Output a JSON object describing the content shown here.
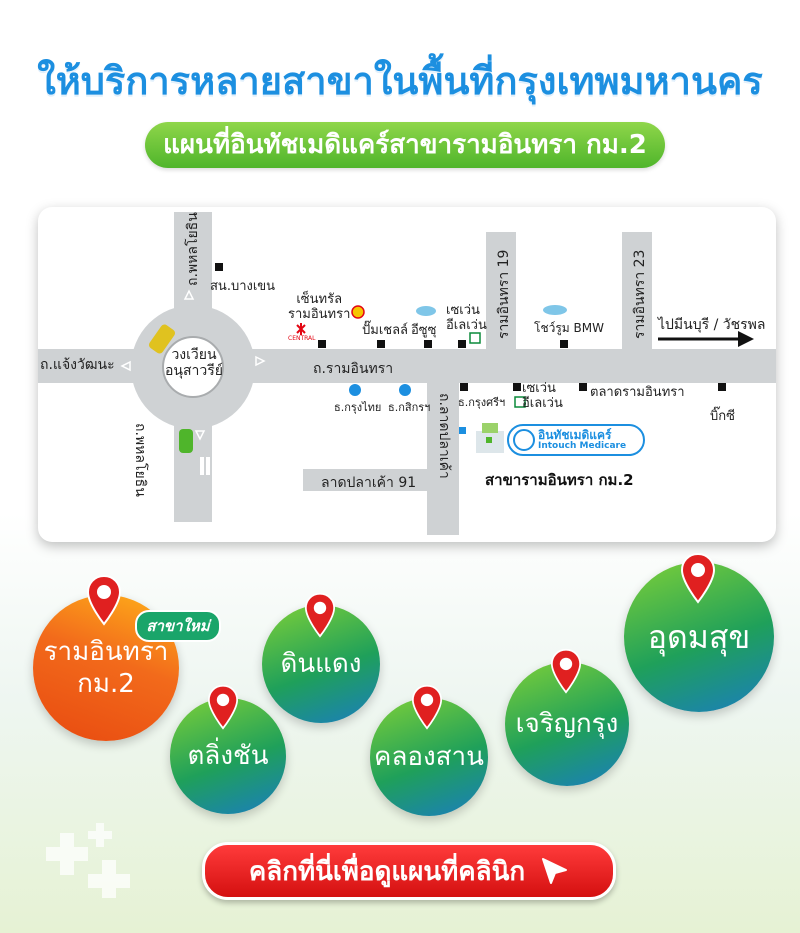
{
  "header": {
    "title": "ให้บริการหลายสาขาในพื้นที่กรุงเทพมหานคร",
    "subtitle": "แผนที่อินทัชเมดิแคร์สาขารามอินทรา กม.2"
  },
  "map": {
    "roads": {
      "phahon_top": "ถ.พหลโยธิน",
      "phahon_bottom": "ถ.พหลโยธิน",
      "chaeng": "ถ.แจ้งวัฒนะ",
      "ram_inthra": "ถ.รามอินทรา",
      "lat_pla_khao": "ถ.ลาดปลาเค้า",
      "lat_pla_khao_91": "ลาดปลาเค้า 91",
      "soi19": "รามอินทรา 19",
      "soi23": "รามอินทรา 23",
      "direction": "ไปมีนบุรี / วัชรพล"
    },
    "roundabout": {
      "line1": "วงเวียน",
      "line2": "อนุสาวรีย์"
    },
    "landmarks": {
      "bangkhen": "สน.บางเขน",
      "central_line1": "เซ็นทรัล",
      "central_line2": "รามอินทรา",
      "central_logo": "CENTRAL",
      "shell": "ปั๊มเชลล์",
      "isuzu": "อีซูซุ",
      "seven_top_1": "เซเว่น",
      "seven_top_2": "อีเลเว่น",
      "bmw": "โชว์รูม BMW",
      "ktb": "ธ.กรุงไทย",
      "kbank": "ธ.กสิกรฯ",
      "krungsri": "ธ.กรุงศรีฯ",
      "seven_bottom_1": "เซเว่น",
      "seven_bottom_2": "อีเลเว่น",
      "market": "ตลาดรามอินทรา",
      "bigc": "บิ๊กซี"
    },
    "clinic": {
      "logo_thai": "อินทัชเมดิแคร์",
      "logo_en": "Intouch Medicare",
      "branch_label": "สาขารามอินทรา กม.2"
    }
  },
  "branches": [
    {
      "label_line1": "รามอินทรา",
      "label_line2": "กม.2",
      "badge": "สาขาใหม่"
    },
    {
      "label_line1": "ดินแดง"
    },
    {
      "label_line1": "ตลิ่งชัน"
    },
    {
      "label_line1": "คลองสาน"
    },
    {
      "label_line1": "เจริญกรุง"
    },
    {
      "label_line1": "อุดมสุข"
    }
  ],
  "cta": {
    "label": "คลิกที่นี่เพื่อดูแผนที่คลินิก"
  },
  "colors": {
    "title_blue": "#1c8fe0",
    "green": "#4fb52b",
    "red": "#e02020",
    "orange": "#f26a1b",
    "road": "#cfd2d4"
  }
}
